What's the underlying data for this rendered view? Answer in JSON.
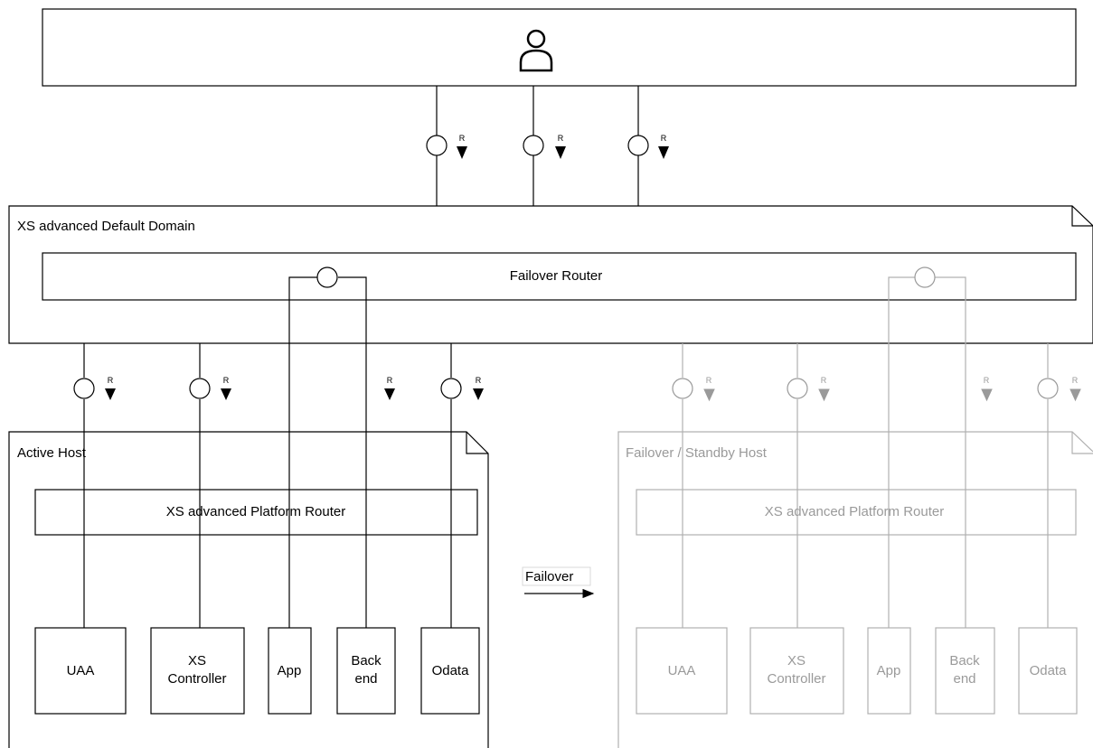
{
  "domain_title": "XS advanced Default Domain",
  "failover_router": "Failover Router",
  "active_host": {
    "title": "Active Host",
    "platform_router": "XS advanced Platform Router",
    "components": [
      {
        "line1": "UAA",
        "line2": ""
      },
      {
        "line1": "XS",
        "line2": "Controller"
      },
      {
        "line1": "App",
        "line2": ""
      },
      {
        "line1": "Back",
        "line2": "end"
      },
      {
        "line1": "Odata",
        "line2": ""
      }
    ]
  },
  "standby_host": {
    "title": "Failover / Standby Host",
    "platform_router": "XS advanced Platform Router",
    "components": [
      {
        "line1": "UAA",
        "line2": ""
      },
      {
        "line1": "XS",
        "line2": "Controller"
      },
      {
        "line1": "App",
        "line2": ""
      },
      {
        "line1": "Back",
        "line2": "end"
      },
      {
        "line1": "Odata",
        "line2": ""
      }
    ]
  },
  "request_marker": "R",
  "failover_label": "Failover",
  "icons": {
    "user": "user-icon"
  },
  "colors": {
    "active": "#000000",
    "standby": "#9a9a9a"
  }
}
